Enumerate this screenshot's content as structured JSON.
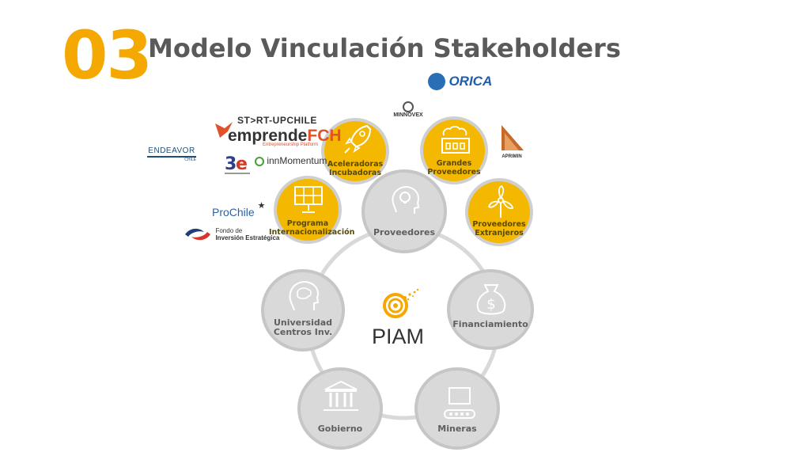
{
  "header": {
    "number": "03",
    "title": "Modelo Vinculación Stakeholders"
  },
  "center": {
    "label": "PIAM"
  },
  "nodes": {
    "proveedores": "Proveedores",
    "financiamiento": "Financiamiento",
    "mineras": "Mineras",
    "gobierno": "Gobierno",
    "universidad_1": "Universidad",
    "universidad_2": "Centros Inv."
  },
  "sub_nodes": {
    "aceleradoras_1": "Aceleradoras",
    "aceleradoras_2": "Incubadoras",
    "grandes_1": "Grandes",
    "grandes_2": "Proveedores",
    "extranjeros_1": "Proveedores",
    "extranjeros_2": "Extranjeros",
    "programa_1": "Programa",
    "programa_2": "Internacionalización"
  },
  "logos": {
    "orica": "ORICA",
    "minnovex": "MINNOVEX",
    "aprimin": "APRIMIN",
    "startup_chile": "ST>RT-UPCHILE",
    "emprende_a": "emprende",
    "emprende_b": "FCH",
    "emprende_sub": "Entrepreneurship Platform",
    "endeavor": "ENDEAVOR",
    "endeavor_sub": "CHILE",
    "innmomentum": "innMomentum",
    "prochile": "ProChile",
    "fondo_1": "Fondo de",
    "fondo_2": "Inversión Estratégica"
  },
  "colors": {
    "accent": "#F5A800",
    "node_gray": "#d9d9d9",
    "sub_yellow": "#F5B800"
  }
}
